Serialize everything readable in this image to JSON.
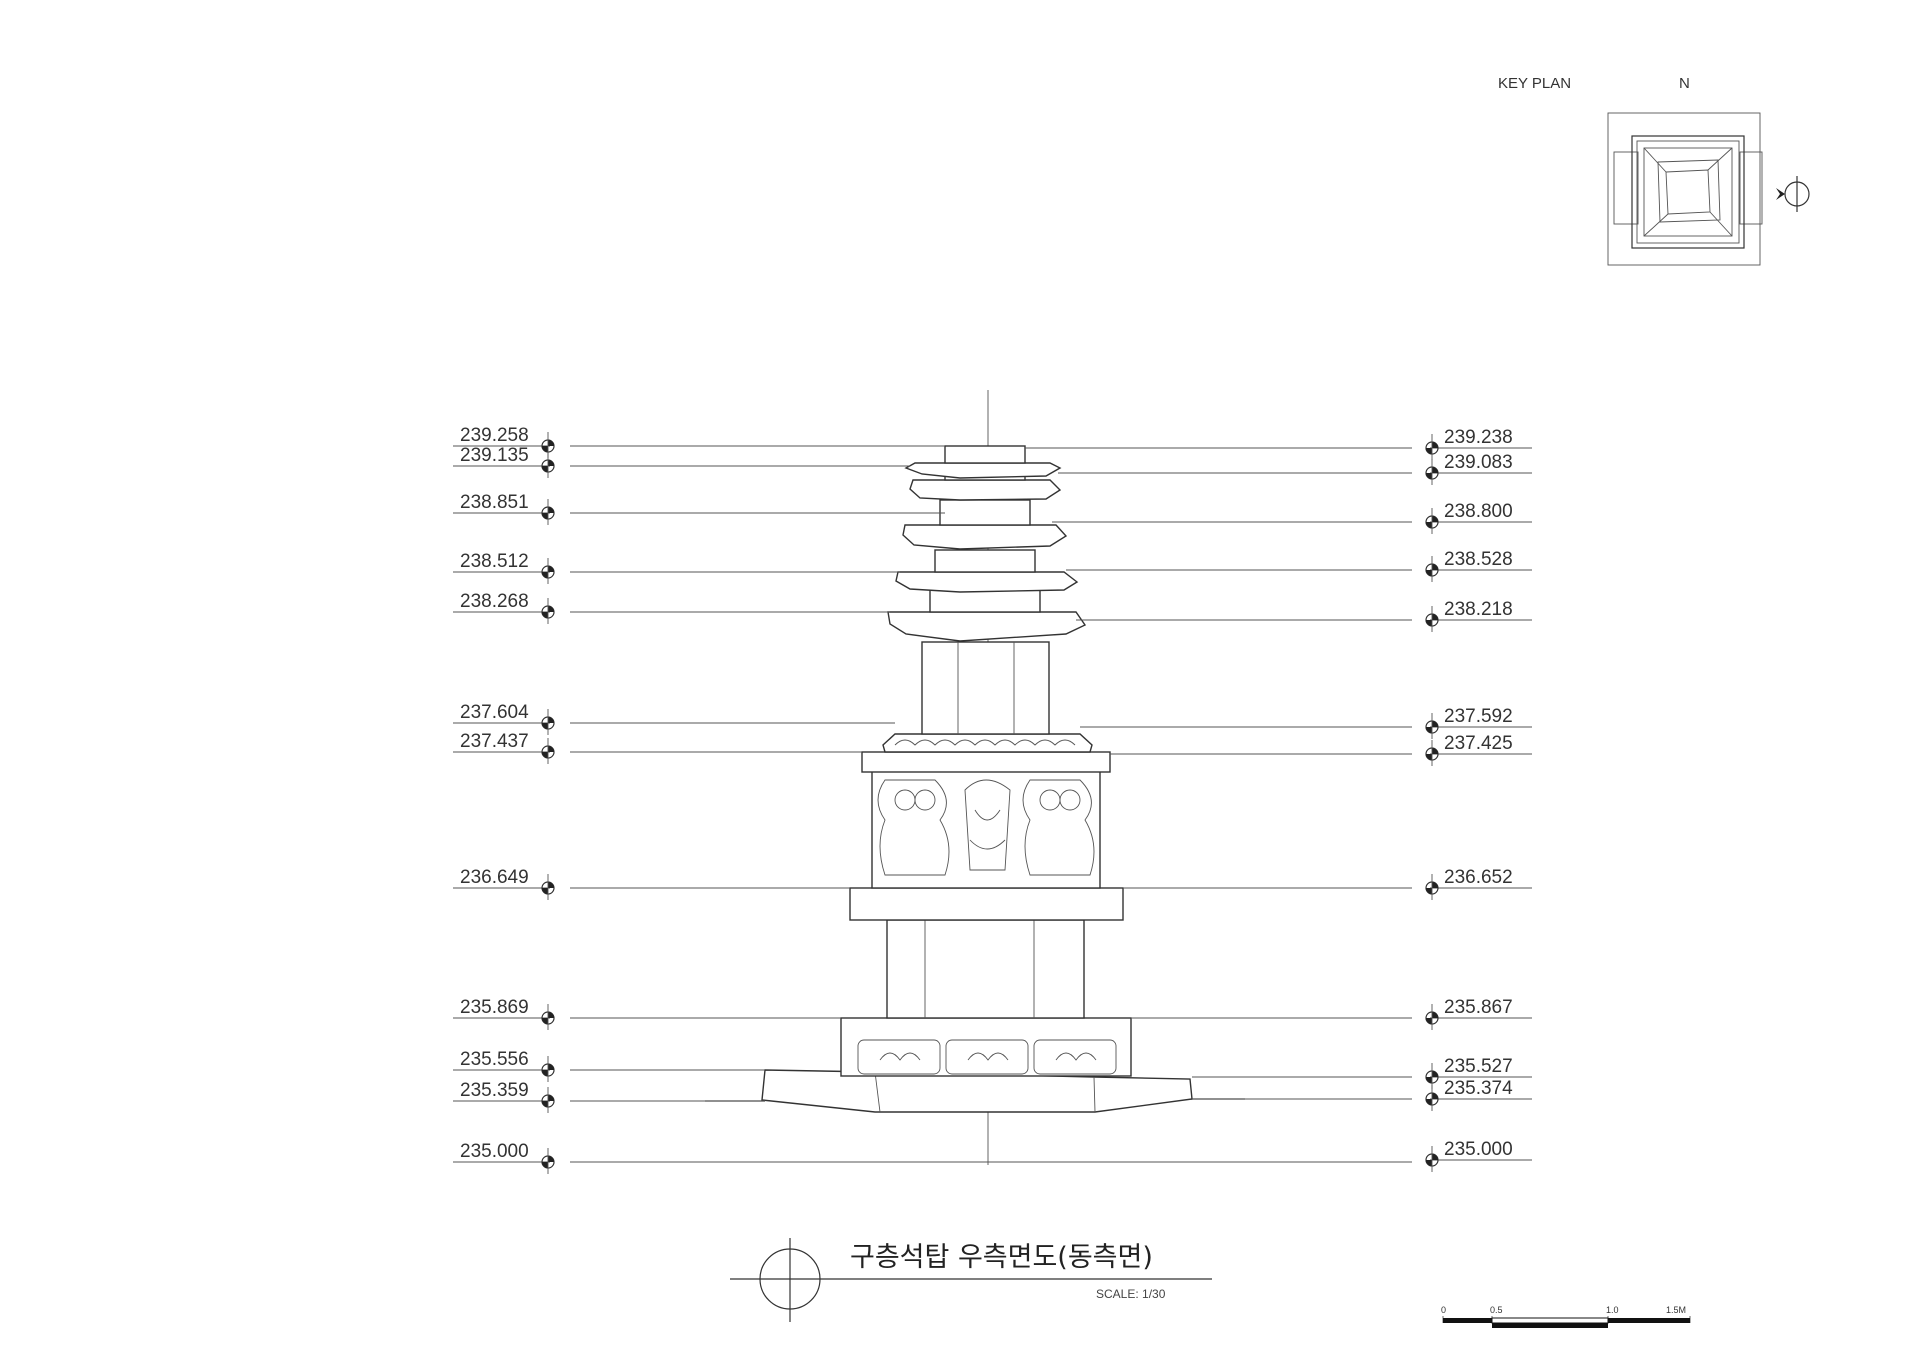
{
  "drawing": {
    "title": "구층석탑 우측면도(동측면)",
    "scale_label": "SCALE: 1/30",
    "key_plan": {
      "label": "KEY PLAN",
      "north_label": "N"
    },
    "scale_bar": {
      "ticks": [
        "0",
        "0.5",
        "1.0",
        "1.5M"
      ]
    },
    "levels_left": [
      "239.258",
      "239.135",
      "238.851",
      "238.512",
      "238.268",
      "237.604",
      "237.437",
      "236.649",
      "235.869",
      "235.556",
      "235.359",
      "235.000"
    ],
    "levels_right": [
      "239.238",
      "239.083",
      "238.800",
      "238.528",
      "238.218",
      "237.592",
      "237.425",
      "236.652",
      "235.867",
      "235.527",
      "235.374",
      "235.000"
    ]
  }
}
